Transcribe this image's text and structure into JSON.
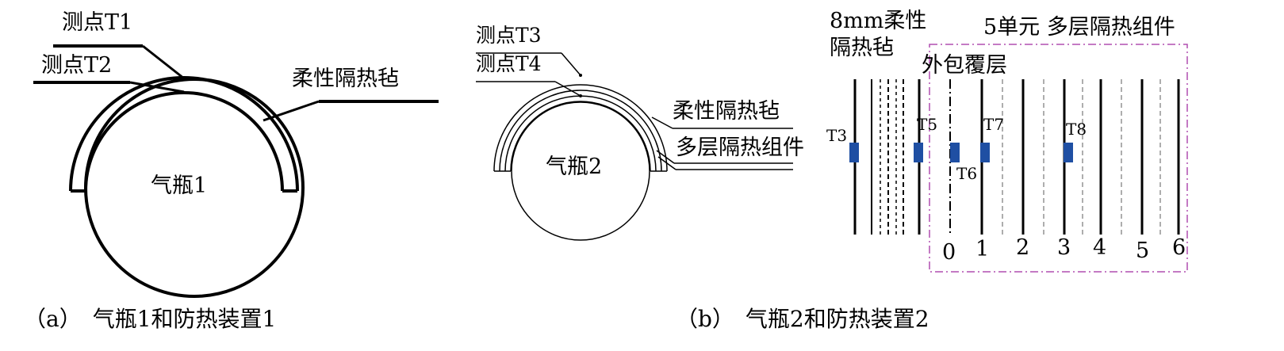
{
  "panel_a": {
    "label_t1": "测点T1",
    "label_t2": "测点T2",
    "label_blanket": "柔性隔热毡",
    "label_bottle": "气瓶1",
    "caption": "（a）　气瓶1和防热装置1"
  },
  "panel_b": {
    "label_t3": "测点T3",
    "label_t4": "测点T4",
    "label_blanket": "柔性隔热毡",
    "label_mli": "多层隔热组件",
    "label_bottle": "气瓶2",
    "caption": "（b）　气瓶2和防热装置2"
  },
  "panel_c": {
    "label_felt_line1": "8mm柔性",
    "label_felt_line2": "隔热毡",
    "label_outer": "外包覆层",
    "label_units": "5单元  多层隔热组件",
    "sensors": [
      "T3",
      "T5",
      "T6",
      "T7",
      "T8"
    ],
    "layer_numbers": [
      "0",
      "1",
      "2",
      "3",
      "4",
      "5",
      "6"
    ],
    "colors": {
      "sensor": "#1f4fa3",
      "frame": "#b04fb0"
    }
  }
}
